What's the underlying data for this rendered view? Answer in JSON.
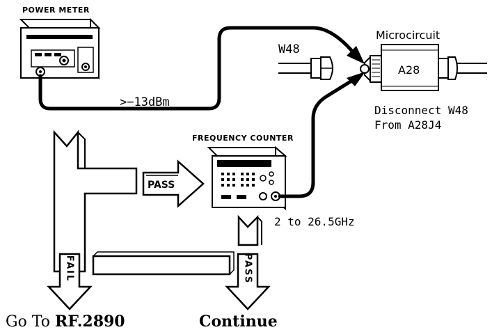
{
  "labels": {
    "power_meter": "POWER METER",
    "frequency_counter": "FREQUENCY COUNTER",
    "microcircuit": "Microcircuit",
    "cable": "W48",
    "microcircuit_ref": "A28",
    "power_level": ">−13dBm",
    "disconnect_line1": "Disconnect  W48",
    "disconnect_line2": "From  A28J4",
    "freq_range": "2  to  26.5GHz",
    "pass_label": "PASS",
    "fail_vertical": "FAIL",
    "pass_vertical": "PASS",
    "goto_prefix": "Go To ",
    "goto_ref": "RF.2890",
    "continue": "Continue"
  },
  "colors": {
    "ink": "#000000",
    "paper": "#ffffff"
  }
}
